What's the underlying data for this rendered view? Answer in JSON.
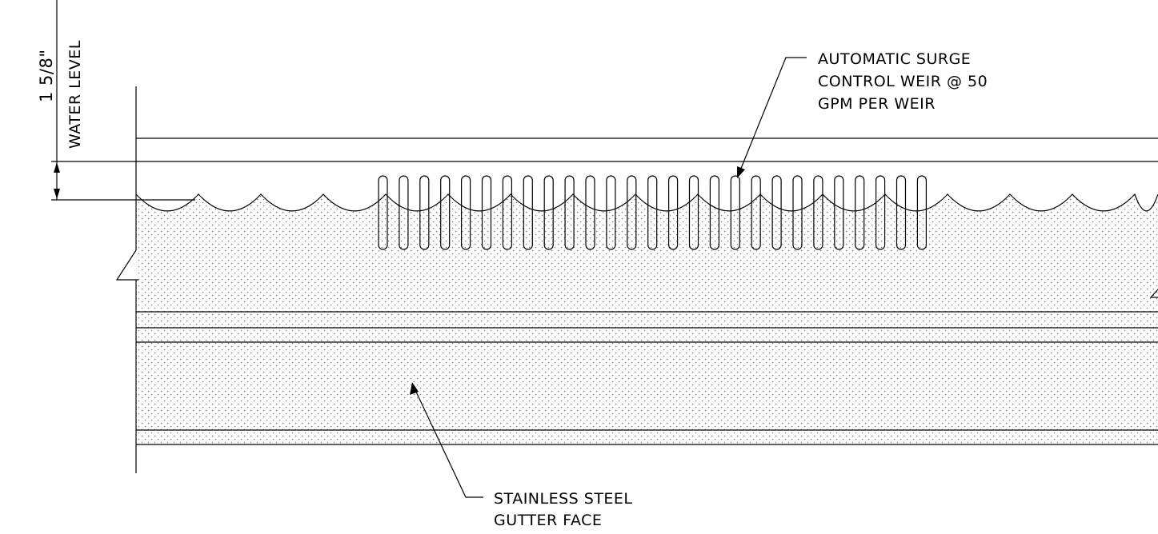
{
  "drawing": {
    "dimension": {
      "value": "1 5/8\"",
      "label": "WATER LEVEL"
    },
    "callouts": {
      "weir": {
        "lines": [
          "AUTOMATIC SURGE",
          "CONTROL WEIR @ 50",
          "GPM PER WEIR"
        ]
      },
      "gutter": {
        "lines": [
          "STAINLESS STEEL",
          "GUTTER FACE"
        ]
      }
    },
    "weir_slot_count": 27,
    "colors": {
      "line": "#000000",
      "background": "#ffffff",
      "stipple": "#7a7a7a"
    }
  }
}
